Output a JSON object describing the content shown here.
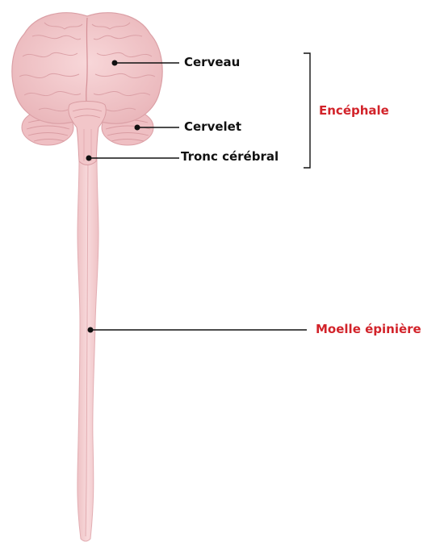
{
  "labels": {
    "cerveau": "Cerveau",
    "cervelet": "Cervelet",
    "tronc": "Tronc cérébral",
    "encephale": "Encéphale",
    "moelle": "Moelle épinière"
  },
  "colors": {
    "tissue_light": "#f7d3d5",
    "tissue_mid": "#efbcc0",
    "tissue_dark": "#d99ca2",
    "line": "#111111",
    "highlight": "#d2232a"
  }
}
